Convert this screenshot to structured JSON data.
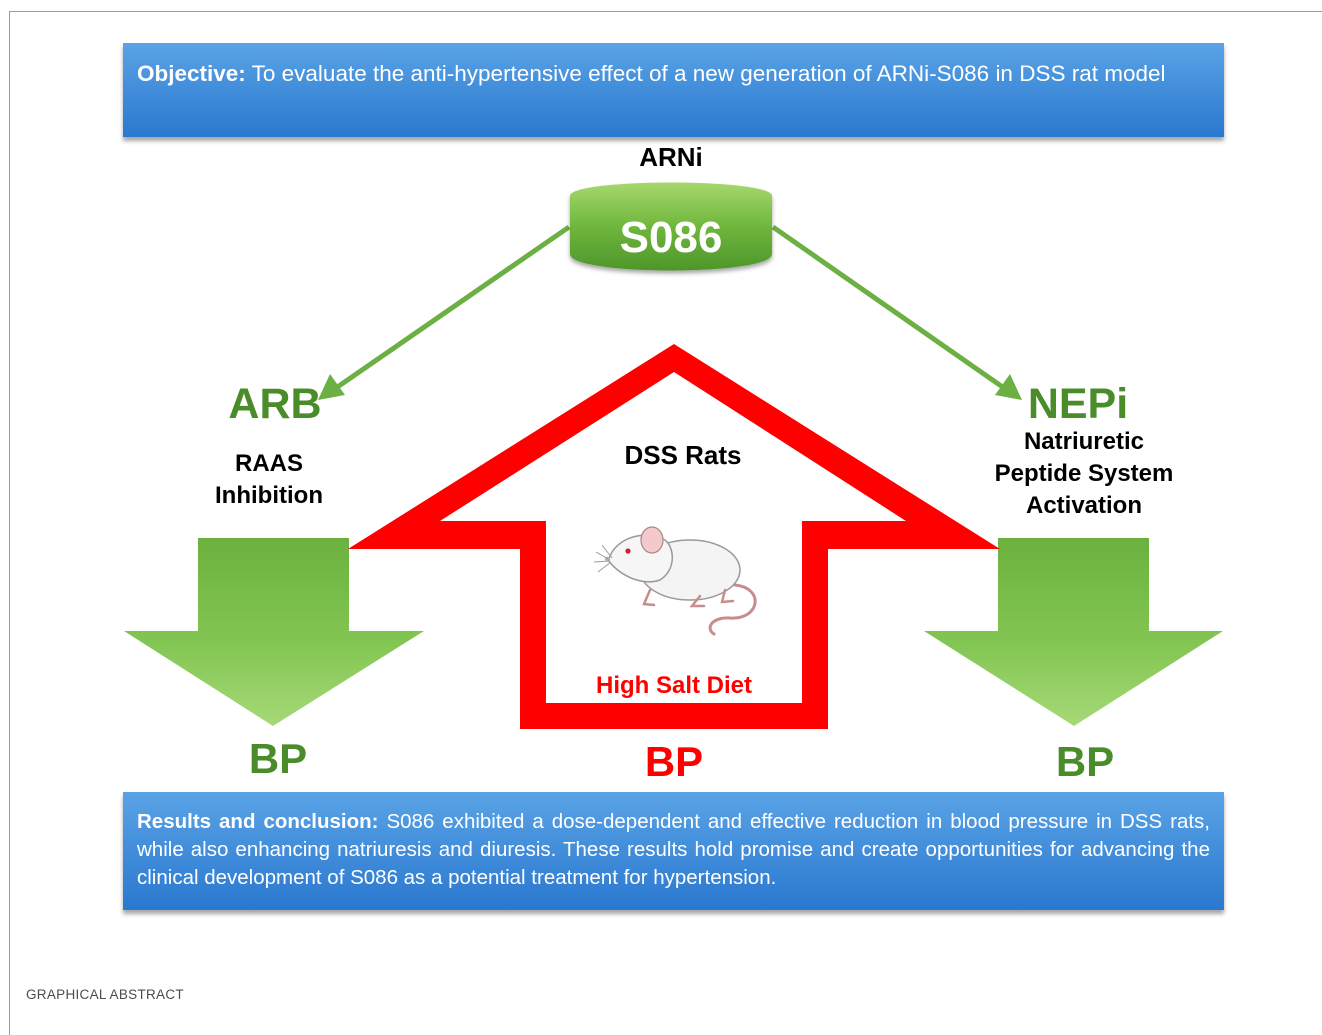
{
  "objective": {
    "label": "Objective:",
    "text": " To evaluate the anti-hypertensive effect of a new generation of ARNi-S086 in DSS rat model"
  },
  "drug": {
    "class": "ARNi",
    "name": "S086"
  },
  "left_branch": {
    "title": "ARB",
    "line1": "RAAS",
    "line2": "Inhibition",
    "outcome": "BP"
  },
  "right_branch": {
    "title": "NEPi",
    "line1": "Natriuretic",
    "line2": "Peptide System",
    "line3": "Activation",
    "outcome": "BP"
  },
  "center": {
    "title": "DSS Rats",
    "diet": "High Salt Diet",
    "outcome": "BP"
  },
  "results": {
    "label": "Results and conclusion:",
    "text": " S086 exhibited a dose-dependent and effective reduction in blood pressure in DSS rats, while also enhancing natriuresis and diuresis. These results hold promise and create opportunities for advancing the clinical development of S086 as a potential treatment for hypertension."
  },
  "caption": "GRAPHICAL ABSTRACT",
  "colors": {
    "banner_blue": "#3d8ad8",
    "green_arrow": "#6cb044",
    "dark_green_text": "#4a8c2a",
    "red": "#ff0000"
  },
  "icons": [
    "rat-icon"
  ]
}
